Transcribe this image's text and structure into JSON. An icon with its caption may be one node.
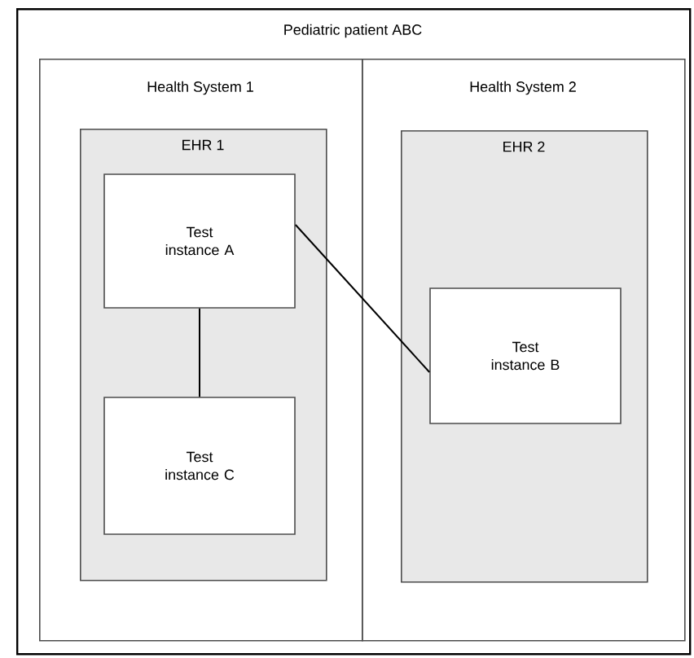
{
  "diagram": {
    "nodes": [
      {
        "text": [
          "Pediatric patient ABC"
        ]
      },
      {
        "text": [
          "Health System 1"
        ],
        "in": 0
      },
      {
        "text": [
          "EHR 1"
        ],
        "in": 1
      },
      {
        "text": [
          "Test instance A"
        ],
        "in": 2
      },
      {
        "text": [
          "Test instance C"
        ],
        "in": 2
      },
      {
        "text": [
          "Health System 2"
        ],
        "in": 0
      },
      {
        "text": [
          "EHR 2"
        ],
        "in": 5
      },
      {
        "text": [
          "Test instance B"
        ],
        "in": 6
      }
    ],
    "edges": [
      {
        "from": 3,
        "to": 7,
        "arrow": "none"
      },
      {
        "from": 3,
        "to": 4,
        "arrow": "none"
      }
    ]
  }
}
